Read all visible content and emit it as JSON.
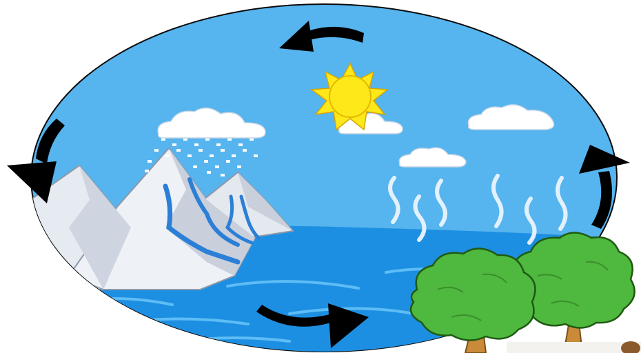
{
  "diagram": {
    "type": "water-cycle-illustration",
    "text_labels": [],
    "elements": [
      "sky",
      "sun",
      "clouds",
      "rain",
      "snowy-mountains",
      "rivers",
      "sea",
      "evaporation-steam",
      "trees",
      "cycle-arrows"
    ],
    "arrow_count": 4,
    "arrow_direction": "counter-clockwise",
    "colors": {
      "sky": "#56b4ee",
      "sea": "#1d8fe2",
      "sun": "#ffe81a",
      "cloud": "#ffffff",
      "mountain": "#e6eaf1",
      "tree": "#4fb83e",
      "trunk": "#c98a3a",
      "arrow": "#000000"
    }
  }
}
